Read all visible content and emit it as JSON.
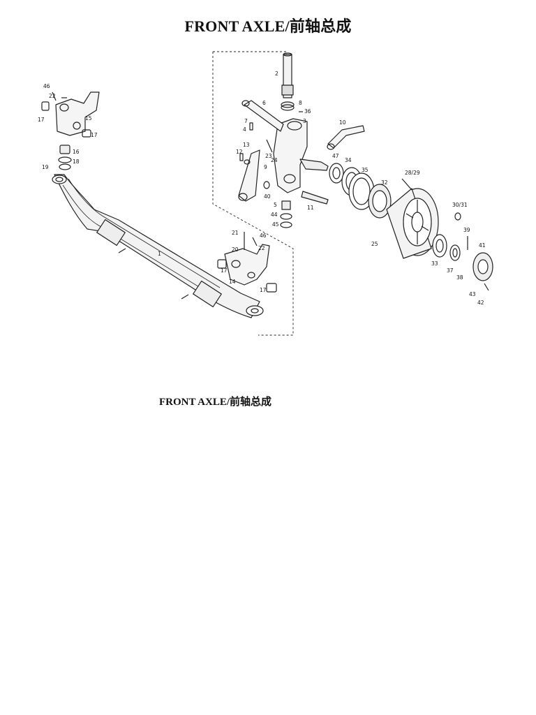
{
  "page": {
    "title": "FRONT AXLE/前轴总成",
    "caption": "FRONT AXLE/前轴总成"
  },
  "figure": {
    "callouts": [
      "1",
      "2",
      "3",
      "4",
      "5",
      "6",
      "7",
      "8",
      "9",
      "10",
      "11",
      "12",
      "13",
      "14",
      "15",
      "16",
      "17",
      "17",
      "17",
      "17",
      "18",
      "19",
      "20",
      "21",
      "22",
      "22",
      "23",
      "24",
      "25",
      "28/29",
      "30/31",
      "32",
      "33",
      "34",
      "35",
      "36",
      "37",
      "38",
      "39",
      "40",
      "41",
      "42",
      "43",
      "44",
      "45",
      "46",
      "46",
      "47"
    ]
  }
}
